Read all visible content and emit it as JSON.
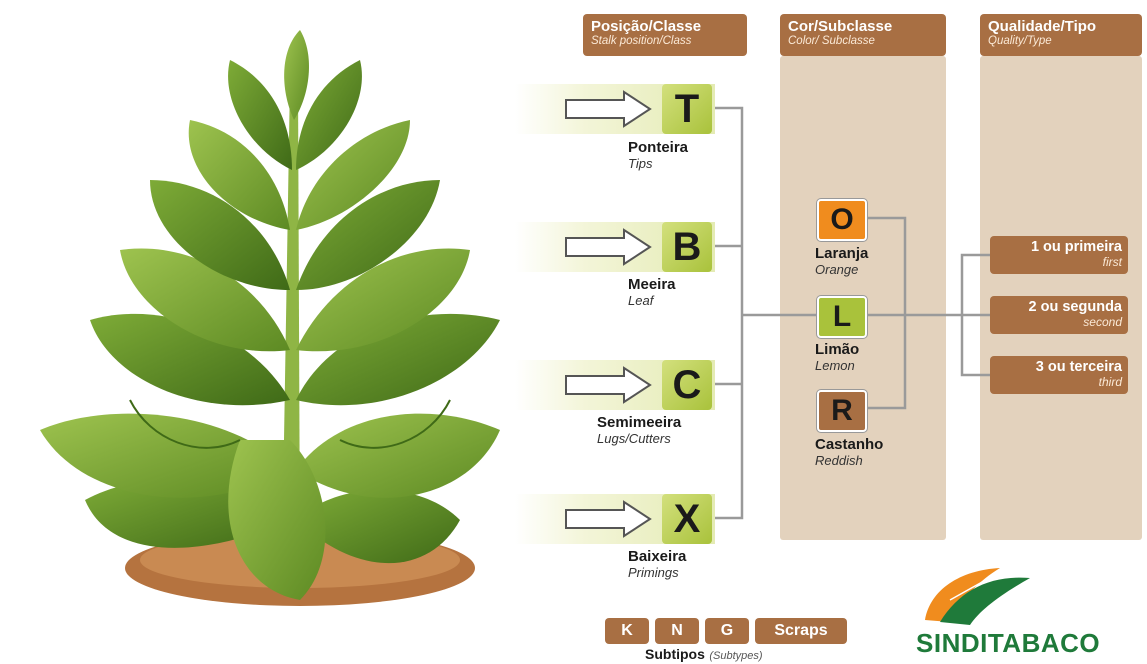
{
  "columns": {
    "position": {
      "title": "Posição/Classe",
      "subtitle": "Stalk position/Class"
    },
    "color": {
      "title": "Cor/Subclasse",
      "subtitle": "Color/ Subclasse"
    },
    "quality": {
      "title": "Qualidade/Tipo",
      "subtitle": "Quality/Type"
    }
  },
  "positions": [
    {
      "letter": "T",
      "name": "Ponteira",
      "english": "Tips"
    },
    {
      "letter": "B",
      "name": "Meeira",
      "english": "Leaf"
    },
    {
      "letter": "C",
      "name": "Semimeeira",
      "english": "Lugs/Cutters"
    },
    {
      "letter": "X",
      "name": "Baixeira",
      "english": "Primings"
    }
  ],
  "subclasses": [
    {
      "letter": "O",
      "name": "Laranja",
      "english": "Orange",
      "color": "#f08c1e"
    },
    {
      "letter": "L",
      "name": "Limão",
      "english": "Lemon",
      "color": "#a9c23b"
    },
    {
      "letter": "R",
      "name": "Castanho",
      "english": "Reddish",
      "color": "#a86f43"
    }
  ],
  "qualities": [
    {
      "name": "1 ou primeira",
      "english": "first"
    },
    {
      "name": "2 ou segunda",
      "english": "second"
    },
    {
      "name": "3 ou terceira",
      "english": "third"
    }
  ],
  "subtypes": {
    "items": [
      "K",
      "N",
      "G",
      "Scraps"
    ],
    "label": "Subtipos",
    "label_en": "(Subtypes)"
  },
  "brand": {
    "name": "SINDITABACO",
    "color": "#1f7a3a",
    "accent": "#f08c1e"
  },
  "colors": {
    "brown": "#a86f43",
    "column_bg": "#e3d2bd",
    "leaf": "#6f9a2d",
    "soil": "#b5733f",
    "connector": "#9a9a9a"
  }
}
